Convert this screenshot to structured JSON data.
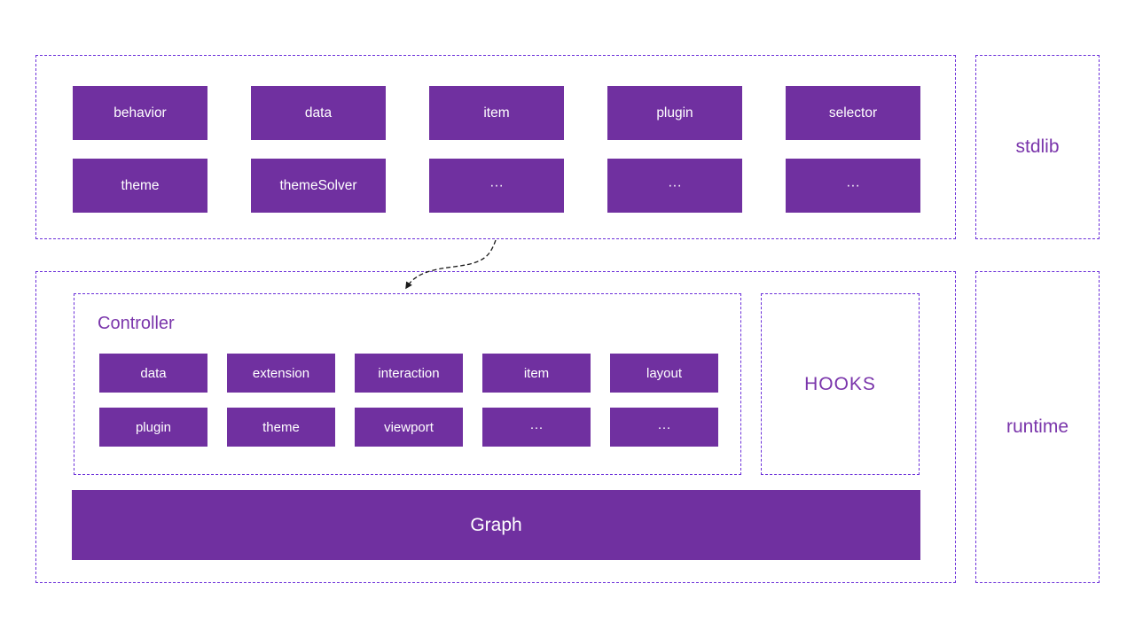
{
  "colors": {
    "module_fill": "#7030a0",
    "module_text": "#ffffff",
    "dashed_border": "#6b2fd9",
    "label_text": "#7a35ab",
    "arrow": "#1a1a1a",
    "background": "#ffffff"
  },
  "stdlib": {
    "label": "stdlib",
    "modules_row1": [
      "behavior",
      "data",
      "item",
      "plugin",
      "selector"
    ],
    "modules_row2": [
      "theme",
      "themeSolver",
      "···",
      "···",
      "···"
    ]
  },
  "runtime": {
    "label": "runtime",
    "controller": {
      "title": "Controller",
      "modules_row1": [
        "data",
        "extension",
        "interaction",
        "item",
        "layout"
      ],
      "modules_row2": [
        "plugin",
        "theme",
        "viewport",
        "···",
        "···"
      ]
    },
    "hooks_label": "HOOKS",
    "graph_label": "Graph"
  }
}
